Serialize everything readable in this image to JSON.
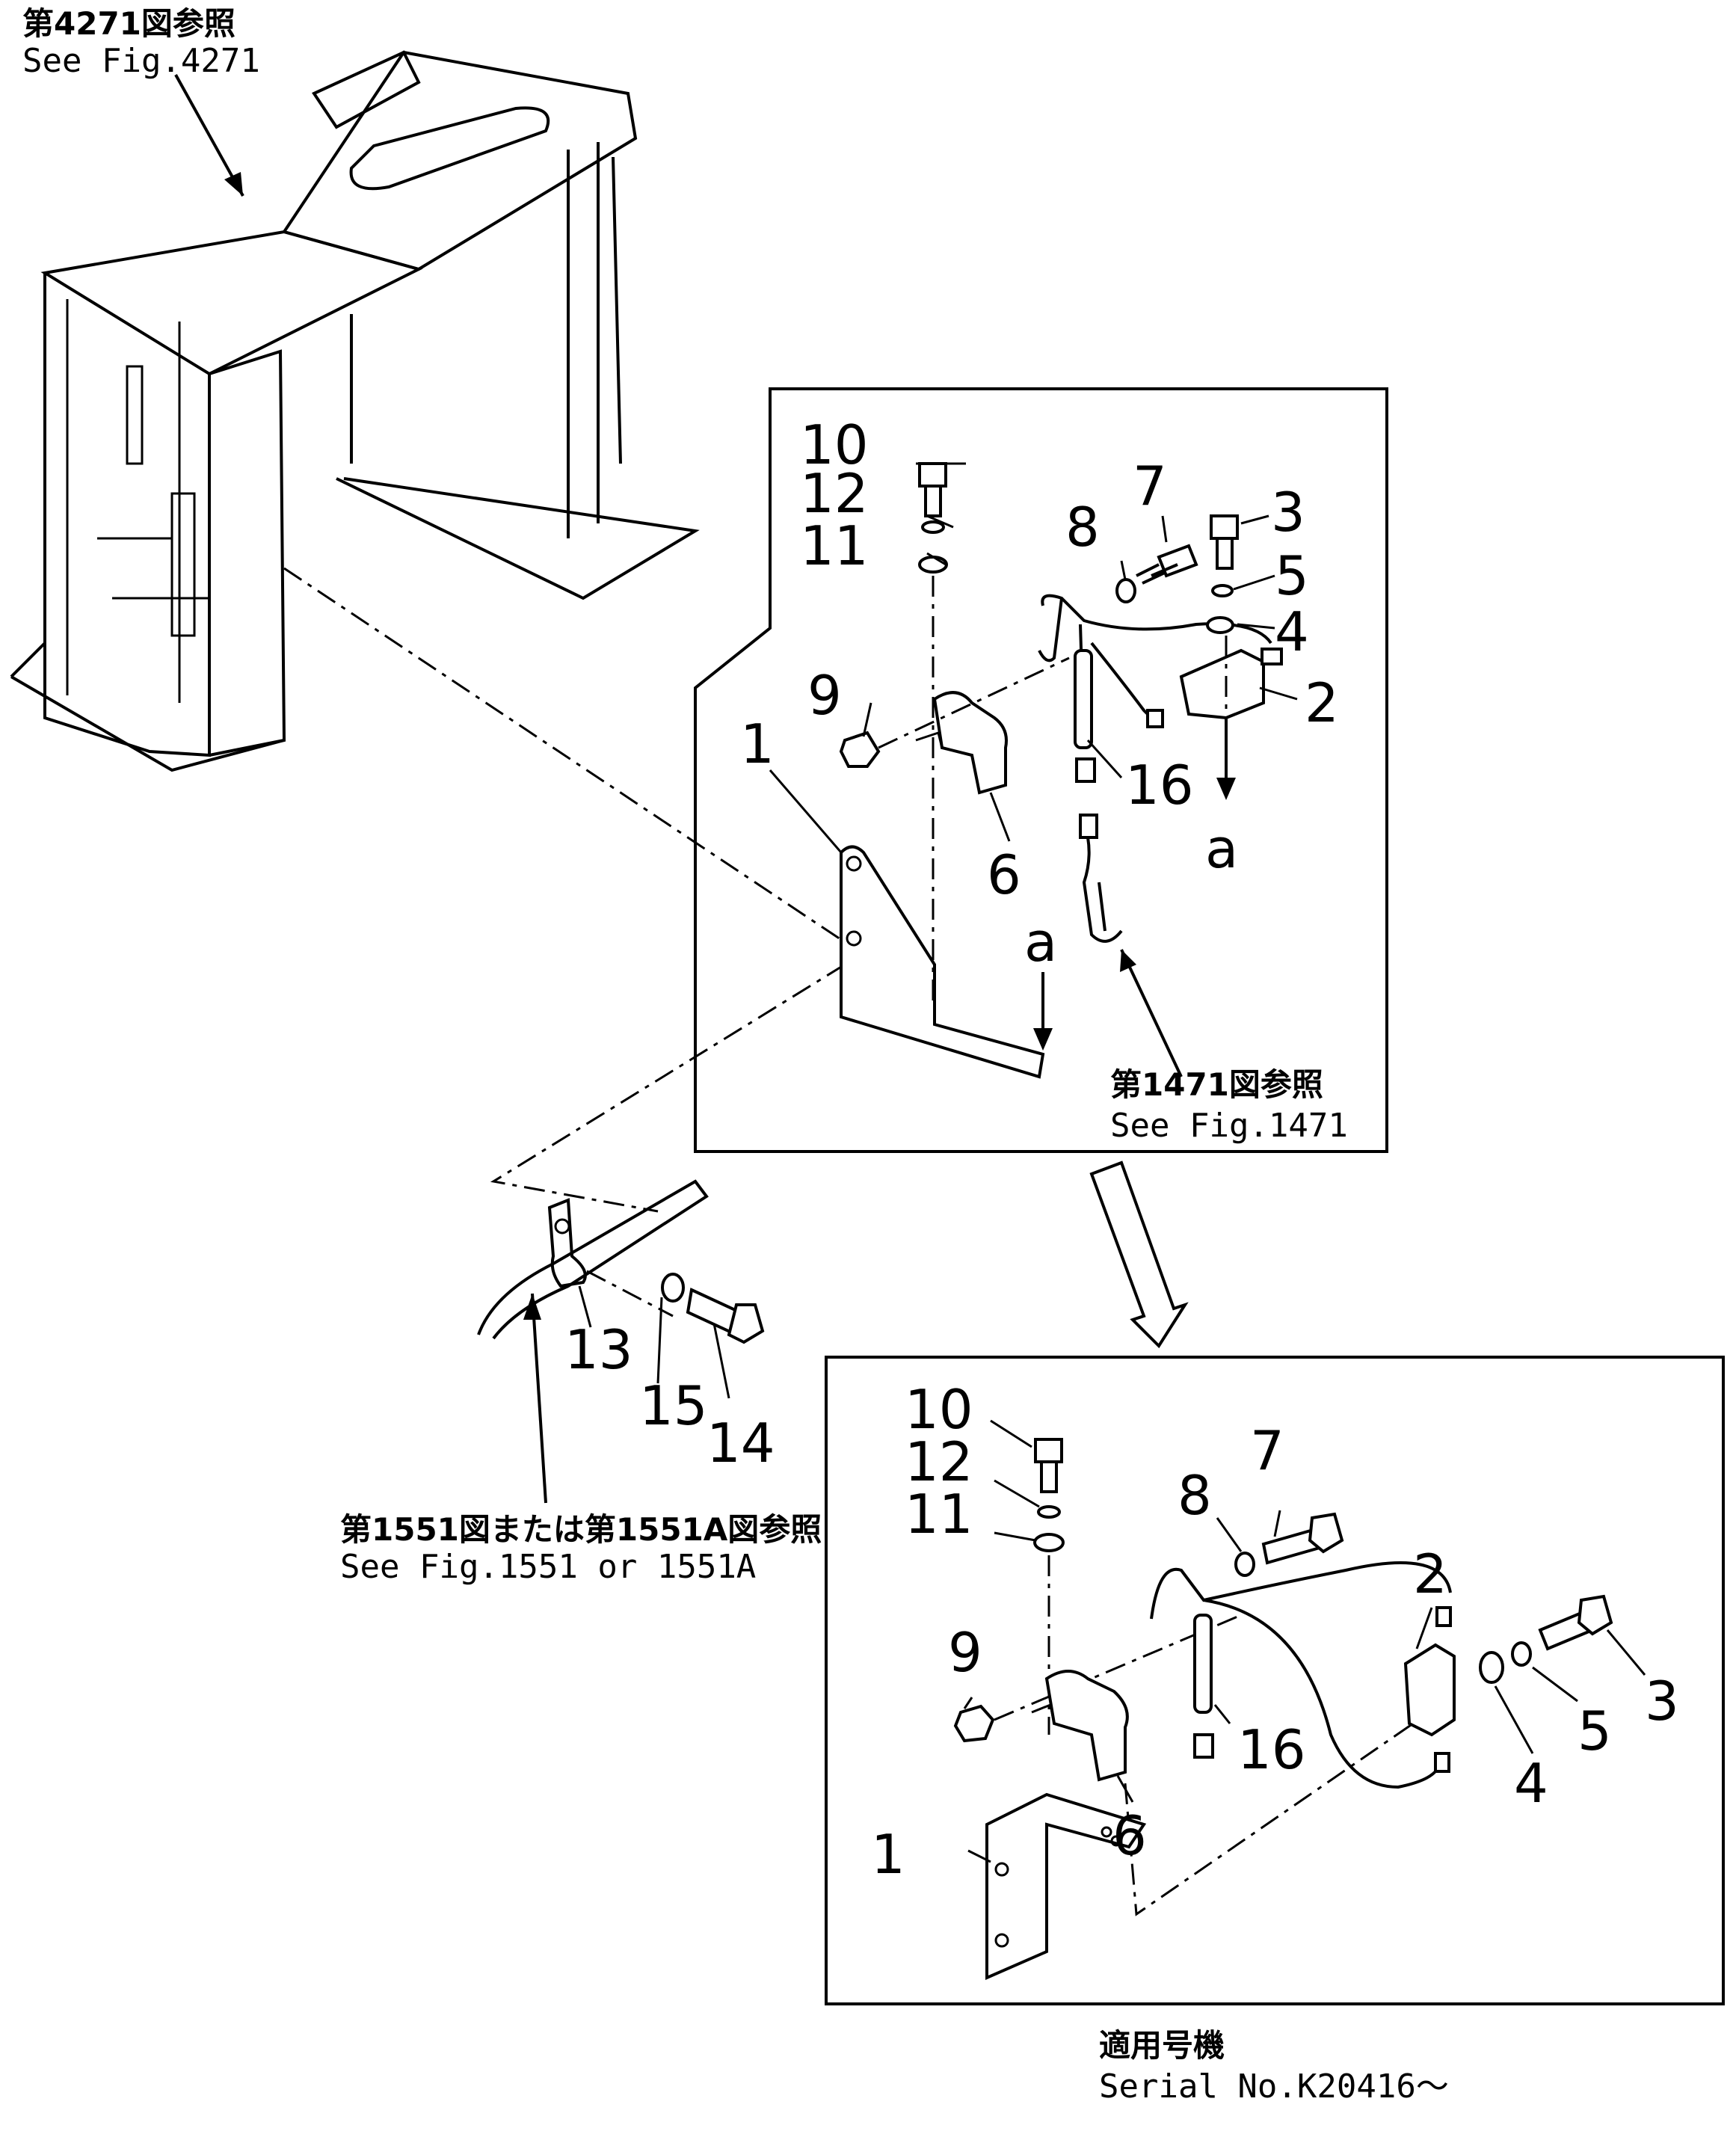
{
  "references": {
    "fig4271": {
      "ja": "第4271図参照",
      "en": "See Fig.4271"
    },
    "fig1471": {
      "ja": "第1471図参照",
      "en": "See Fig.1471"
    },
    "fig1551": {
      "ja": "第1551図または第1551A図参照",
      "en": "See Fig.1551 or 1551A"
    }
  },
  "serial": {
    "ja": "適用号機",
    "en": "Serial No.K20416～"
  },
  "view_marker": "a",
  "upper_detail": {
    "callouts": [
      "10",
      "12",
      "11",
      "8",
      "7",
      "3",
      "5",
      "4",
      "2",
      "9",
      "1",
      "6",
      "16"
    ]
  },
  "lower_detail": {
    "callouts": [
      "10",
      "12",
      "11",
      "8",
      "7",
      "2",
      "9",
      "16",
      "3",
      "5",
      "4",
      "6",
      "1"
    ]
  },
  "loose_parts": {
    "callouts": [
      "13",
      "15",
      "14"
    ]
  }
}
